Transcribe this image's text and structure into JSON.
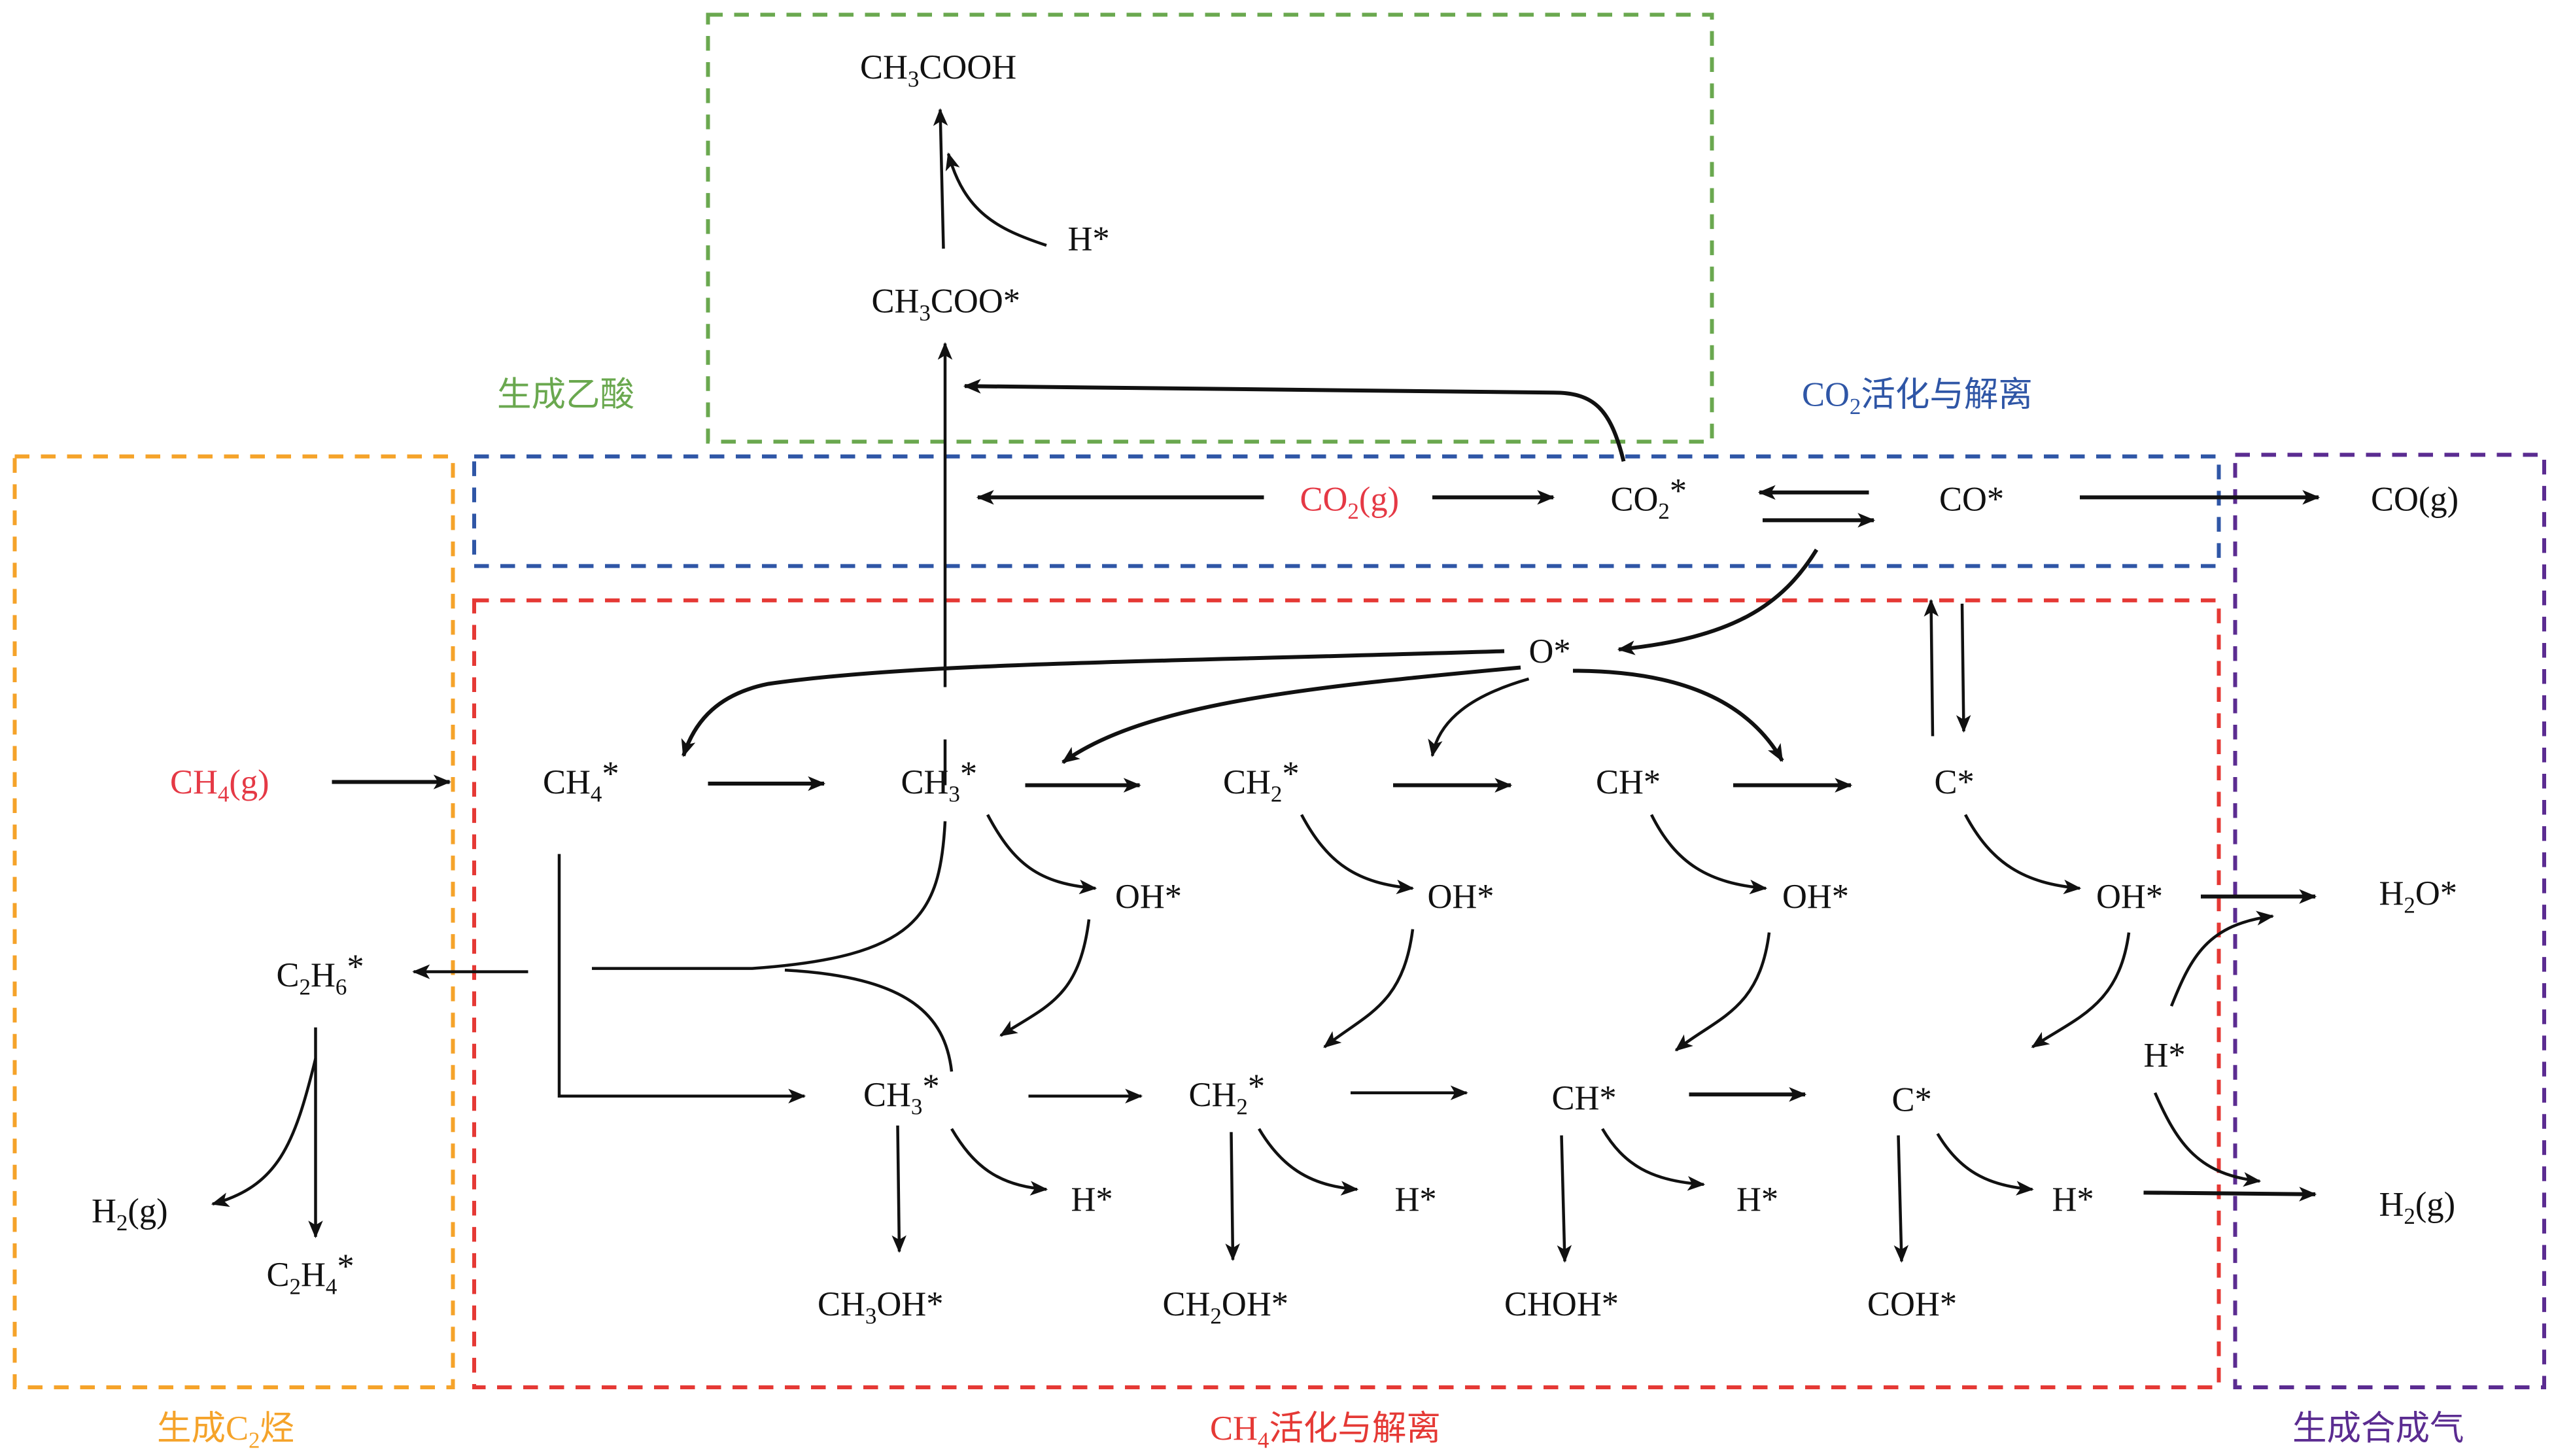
{
  "colors": {
    "acetic_acid": "#6aa84f",
    "co2_activation": "#2f56a6",
    "ch4_activation": "#e53935",
    "c2_hydrocarbon": "#f5a32a",
    "syngas": "#5b2c91",
    "reactant": "#e53945",
    "species": "#111111"
  },
  "regions": {
    "acetic_acid": {
      "label": "生成乙酸"
    },
    "co2_activation": {
      "label_main": "CO",
      "label_sub": "2",
      "label_rest": "活化与解离"
    },
    "ch4_activation": {
      "label_main": "CH",
      "label_sub": "4",
      "label_rest": "活化与解离"
    },
    "c2_hydrocarbon": {
      "label_main": "生成C",
      "label_sub": "2",
      "label_rest": "烃"
    },
    "syngas": {
      "label": "生成合成气"
    }
  },
  "species": {
    "ch3cooh": {
      "a": "CH",
      "s": "3",
      "b": "COOH"
    },
    "h_acetic": {
      "a": "H*"
    },
    "ch3coo": {
      "a": "CH",
      "s": "3",
      "b": "COO*"
    },
    "co2_g": {
      "a": "CO",
      "s": "2",
      "b": "(g)"
    },
    "co2_ads": {
      "a": "CO",
      "s": "2",
      "b": "*"
    },
    "co_ads": {
      "a": "CO*"
    },
    "co_g": {
      "a": "CO(g)"
    },
    "o_ads": {
      "a": "O*"
    },
    "ch4_g": {
      "a": "CH",
      "s": "4",
      "b": "(g)"
    },
    "ch4_ads": {
      "a": "CH",
      "s": "4",
      "b": "*"
    },
    "ch3_top": {
      "a": "CH",
      "s": "3",
      "b": "*"
    },
    "ch2_top": {
      "a": "CH",
      "s": "2",
      "b": "*"
    },
    "ch_top": {
      "a": "CH*"
    },
    "c_top": {
      "a": "C*"
    },
    "oh_1": {
      "a": "OH*"
    },
    "oh_2": {
      "a": "OH*"
    },
    "oh_3": {
      "a": "OH*"
    },
    "oh_4": {
      "a": "OH*"
    },
    "h2o_ads": {
      "a": "H",
      "s": "2",
      "b": "O*"
    },
    "c2h6": {
      "a": "C",
      "s": "2",
      "b": "H",
      "s2": "6",
      "c": "*"
    },
    "h2_g_left": {
      "a": "H",
      "s": "2",
      "b": "(g)"
    },
    "c2h4": {
      "a": "C",
      "s": "2",
      "b": "H",
      "s2": "4",
      "c": "*"
    },
    "ch3_bot": {
      "a": "CH",
      "s": "3",
      "b": "*"
    },
    "ch2_bot": {
      "a": "CH",
      "s": "2",
      "b": "*"
    },
    "ch_bot": {
      "a": "CH*"
    },
    "c_bot": {
      "a": "C*"
    },
    "h_1": {
      "a": "H*"
    },
    "h_2": {
      "a": "H*"
    },
    "h_3": {
      "a": "H*"
    },
    "h_4": {
      "a": "H*"
    },
    "h_right": {
      "a": "H*"
    },
    "h2_g_right": {
      "a": "H",
      "s": "2",
      "b": "(g)"
    },
    "ch3oh": {
      "a": "CH",
      "s": "3",
      "b": "OH*"
    },
    "ch2oh": {
      "a": "CH",
      "s": "2",
      "b": "OH*"
    },
    "choh": {
      "a": "CHOH*"
    },
    "coh": {
      "a": "COH*"
    }
  }
}
